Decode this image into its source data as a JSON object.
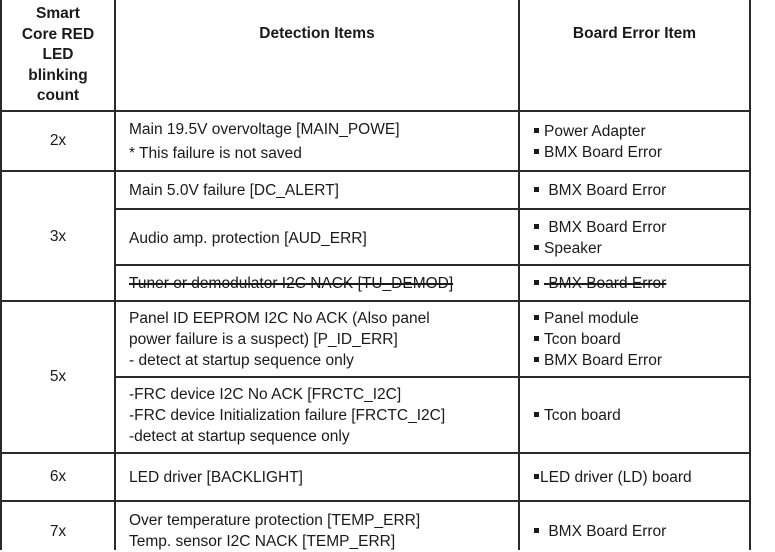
{
  "header": {
    "count_lines": [
      "Smart",
      "Core RED",
      "LED",
      "blinking",
      "count"
    ],
    "detection": "Detection Items",
    "board": "Board Error Item"
  },
  "rows": {
    "r2": {
      "count": "2x",
      "detection": [
        "Main 19.5V overvoltage [MAIN_POWE]",
        "* This failure is not saved"
      ],
      "board": [
        "Power Adapter",
        "BMX Board Error"
      ]
    },
    "r3a": {
      "count": "3x",
      "detection": [
        "Main 5.0V failure [DC_ALERT]"
      ],
      "board": [
        "BMX Board Error"
      ]
    },
    "r3b": {
      "detection": [
        "Audio amp. protection [AUD_ERR]"
      ],
      "board": [
        "BMX Board Error",
        "Speaker"
      ]
    },
    "r3c": {
      "detection": [
        "Tuner or demodulator I2C NACK [TU_DEMOD]"
      ],
      "board": [
        "BMX Board Error"
      ]
    },
    "r5a": {
      "count": "5x",
      "detection": [
        "Panel ID EEPROM I2C No ACK (Also panel",
        "power failure is a suspect) [P_ID_ERR]",
        "- detect at startup sequence only"
      ],
      "board": [
        "Panel module",
        "Tcon board",
        "BMX Board Error"
      ]
    },
    "r5b": {
      "detection": [
        "-FRC device I2C No ACK [FRCTC_I2C]",
        "-FRC device Initialization failure [FRCTC_I2C]",
        "-detect at startup sequence only"
      ],
      "board": [
        "Tcon board"
      ]
    },
    "r6": {
      "count": "6x",
      "detection": [
        "LED driver [BACKLIGHT]"
      ],
      "board": [
        "LED driver (LD) board"
      ]
    },
    "r7": {
      "count": "7x",
      "detection": [
        "Over temperature protection [TEMP_ERR]",
        "Temp. sensor I2C NACK [TEMP_ERR]"
      ],
      "board": [
        "BMX Board Error"
      ]
    }
  }
}
